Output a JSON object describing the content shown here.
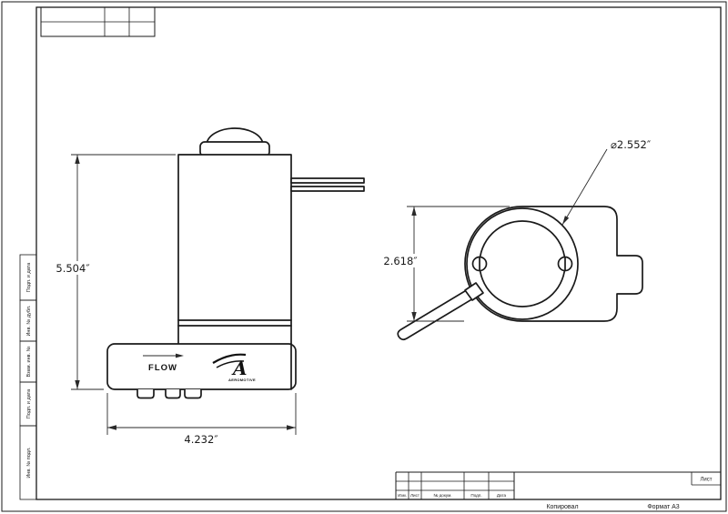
{
  "sheet": {
    "bottom": {
      "copied": "Копировал",
      "format": "Формат A3"
    },
    "title_block": {
      "sheet_label": "Лист",
      "columns": [
        "Изм.",
        "Лист",
        "№ докум.",
        "Подп.",
        "Дата"
      ]
    },
    "side_column": [
      "Подп. и дата",
      "Инв. № дубл.",
      "Взам. инв. №",
      "Подп. и дата",
      "Инв. № подл."
    ]
  },
  "front_view": {
    "dim_height": "5.504″",
    "dim_width": "4.232″",
    "flow": "FLOW",
    "logo_letter": "A",
    "logo_text": "AEROMOTIVE"
  },
  "top_view": {
    "dim_height": "2.618″",
    "dim_diameter": "⌀2.552″"
  }
}
